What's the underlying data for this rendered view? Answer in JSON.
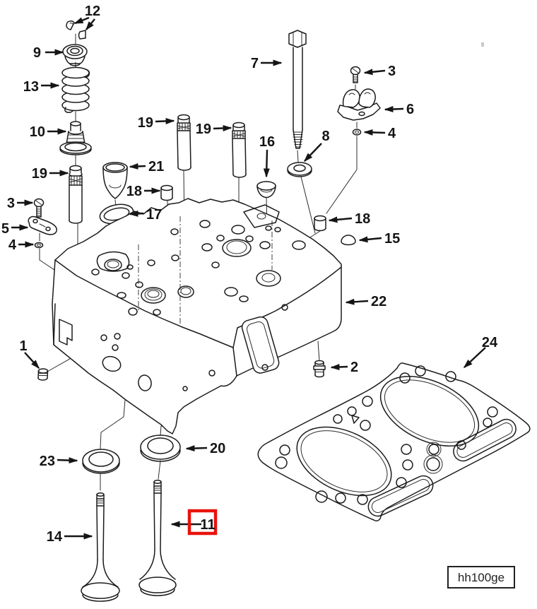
{
  "diagram": {
    "kind": "exploded-parts-diagram-cylinder-head",
    "code_stamp": "hh100ge",
    "highlight_color": "#e8130c",
    "callouts": {
      "c12": "12",
      "c9": "9",
      "c13": "13",
      "c10": "10",
      "c19a": "19",
      "c3a": "3",
      "c5": "5",
      "c4a": "4",
      "c19b": "19",
      "c19c": "19",
      "c21": "21",
      "c18a": "18",
      "c17": "17",
      "c16": "16",
      "c7": "7",
      "c8": "8",
      "c3b": "3",
      "c6": "6",
      "c4b": "4",
      "c18b": "18",
      "c15": "15",
      "c22": "22",
      "c1": "1",
      "c23": "23",
      "c20": "20",
      "c11": "11",
      "c14": "14",
      "c2": "2",
      "c24": "24"
    }
  }
}
